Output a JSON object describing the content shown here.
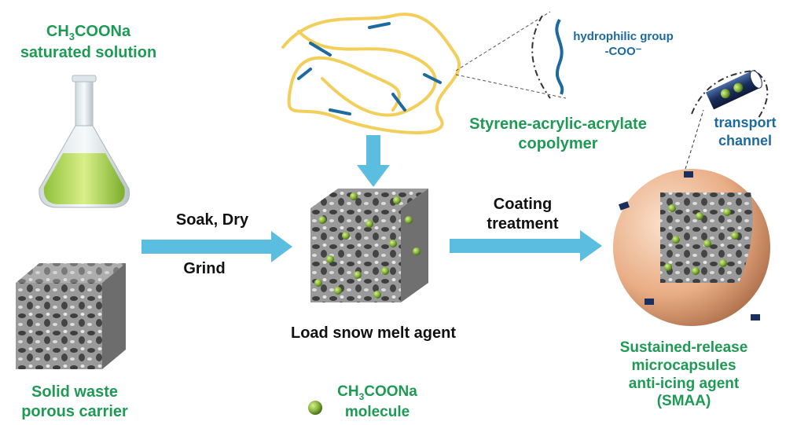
{
  "labels": {
    "solution_formula_pre": "CH",
    "solution_formula_sub": "3",
    "solution_formula_post": "COONa",
    "solution_line2": "saturated solution",
    "carrier_line1": "Solid waste",
    "carrier_line2": "porous carrier",
    "step1_top": "Soak, Dry",
    "step1_bottom": "Grind",
    "loaded_caption": "Load snow melt agent",
    "molecule_formula_pre": "CH",
    "molecule_formula_sub": "3",
    "molecule_formula_post": "COONa",
    "molecule_line2": "molecule",
    "polymer_line1": "Styrene-acrylic-acrylate",
    "polymer_line2": "copolymer",
    "hydrophilic_line1": "hydrophilic group",
    "hydrophilic_line2": "-COO⁻",
    "channel_line1": "transport",
    "channel_line2": "channel",
    "step2_line1": "Coating",
    "step2_line2": "treatment",
    "product_line1": "Sustained-release",
    "product_line2": "microcapsules",
    "product_line3": "anti-icing agent",
    "product_line4": "(SMAA)"
  },
  "colors": {
    "label_green": "#1f9a55",
    "label_blue": "#1d6a9e",
    "arrow": "#5bbde0",
    "polymer_yellow": "#f2cf5b",
    "polymer_blue": "#1d6a9e"
  }
}
